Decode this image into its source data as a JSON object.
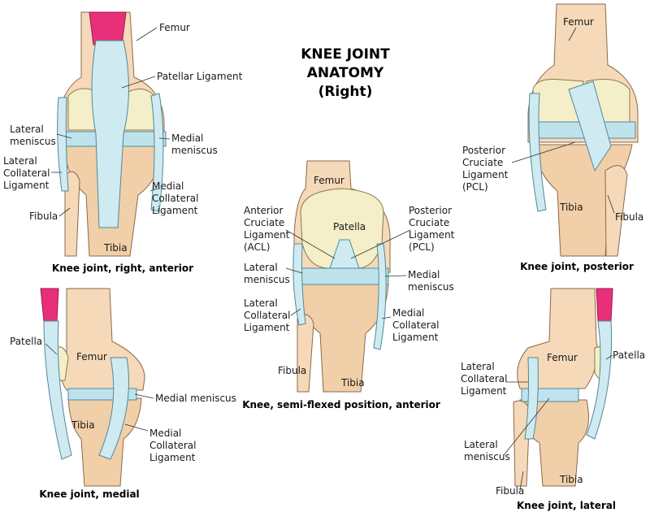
{
  "title": {
    "line1": "KNEE JOINT",
    "line2": "ANATOMY",
    "line3": "(Right)"
  },
  "panels": {
    "anterior": {
      "caption": "Knee joint, right, anterior",
      "labels": {
        "femur": "Femur",
        "patellar_ligament": "Patellar Ligament",
        "lateral_meniscus_1": "Lateral",
        "lateral_meniscus_2": "meniscus",
        "medial_meniscus_1": "Medial",
        "medial_meniscus_2": "meniscus",
        "lcl_1": "Lateral",
        "lcl_2": "Collateral",
        "lcl_3": "Ligament",
        "mcl_1": "Medial",
        "mcl_2": "Collateral",
        "mcl_3": "Ligament",
        "fibula": "Fibula",
        "tibia": "Tibia"
      }
    },
    "posterior": {
      "caption": "Knee joint, posterior",
      "labels": {
        "femur": "Femur",
        "pcl_1": "Posterior",
        "pcl_2": "Cruciate",
        "pcl_3": "Ligament",
        "pcl_4": "(PCL)",
        "tibia": "Tibia",
        "fibula": "Fibula"
      }
    },
    "semiflexed": {
      "caption": "Knee, semi-flexed position, anterior",
      "labels": {
        "femur": "Femur",
        "patella": "Patella",
        "acl_1": "Anterior",
        "acl_2": "Cruciate",
        "acl_3": "Ligament",
        "acl_4": "(ACL)",
        "pcl_1": "Posterior",
        "pcl_2": "Cruciate",
        "pcl_3": "Ligament",
        "pcl_4": "(PCL)",
        "lateral_meniscus_1": "Lateral",
        "lateral_meniscus_2": "meniscus",
        "medial_meniscus_1": "Medial",
        "medial_meniscus_2": "meniscus",
        "lcl_1": "Lateral",
        "lcl_2": "Collateral",
        "lcl_3": "Ligament",
        "mcl_1": "Medial",
        "mcl_2": "Collateral",
        "mcl_3": "Ligament",
        "fibula": "Fibula",
        "tibia": "Tibia"
      }
    },
    "medial": {
      "caption": "Knee joint, medial",
      "labels": {
        "patella": "Patella",
        "femur": "Femur",
        "medial_meniscus": "Medial meniscus",
        "tibia": "Tibia",
        "mcl_1": "Medial",
        "mcl_2": "Collateral",
        "mcl_3": "Ligament"
      }
    },
    "lateral": {
      "caption": "Knee joint, lateral",
      "labels": {
        "femur": "Femur",
        "patella": "Patella",
        "lcl_1": "Lateral",
        "lcl_2": "Collateral",
        "lcl_3": "Ligament",
        "lateral_meniscus_1": "Lateral",
        "lateral_meniscus_2": "meniscus",
        "fibula": "Fibula",
        "tibia": "Tibia"
      }
    }
  },
  "colors": {
    "bone": "#f6d9b8",
    "ligament": "#cfeaf1",
    "cartilage": "#f4efc8",
    "muscle": "#e8307a"
  }
}
